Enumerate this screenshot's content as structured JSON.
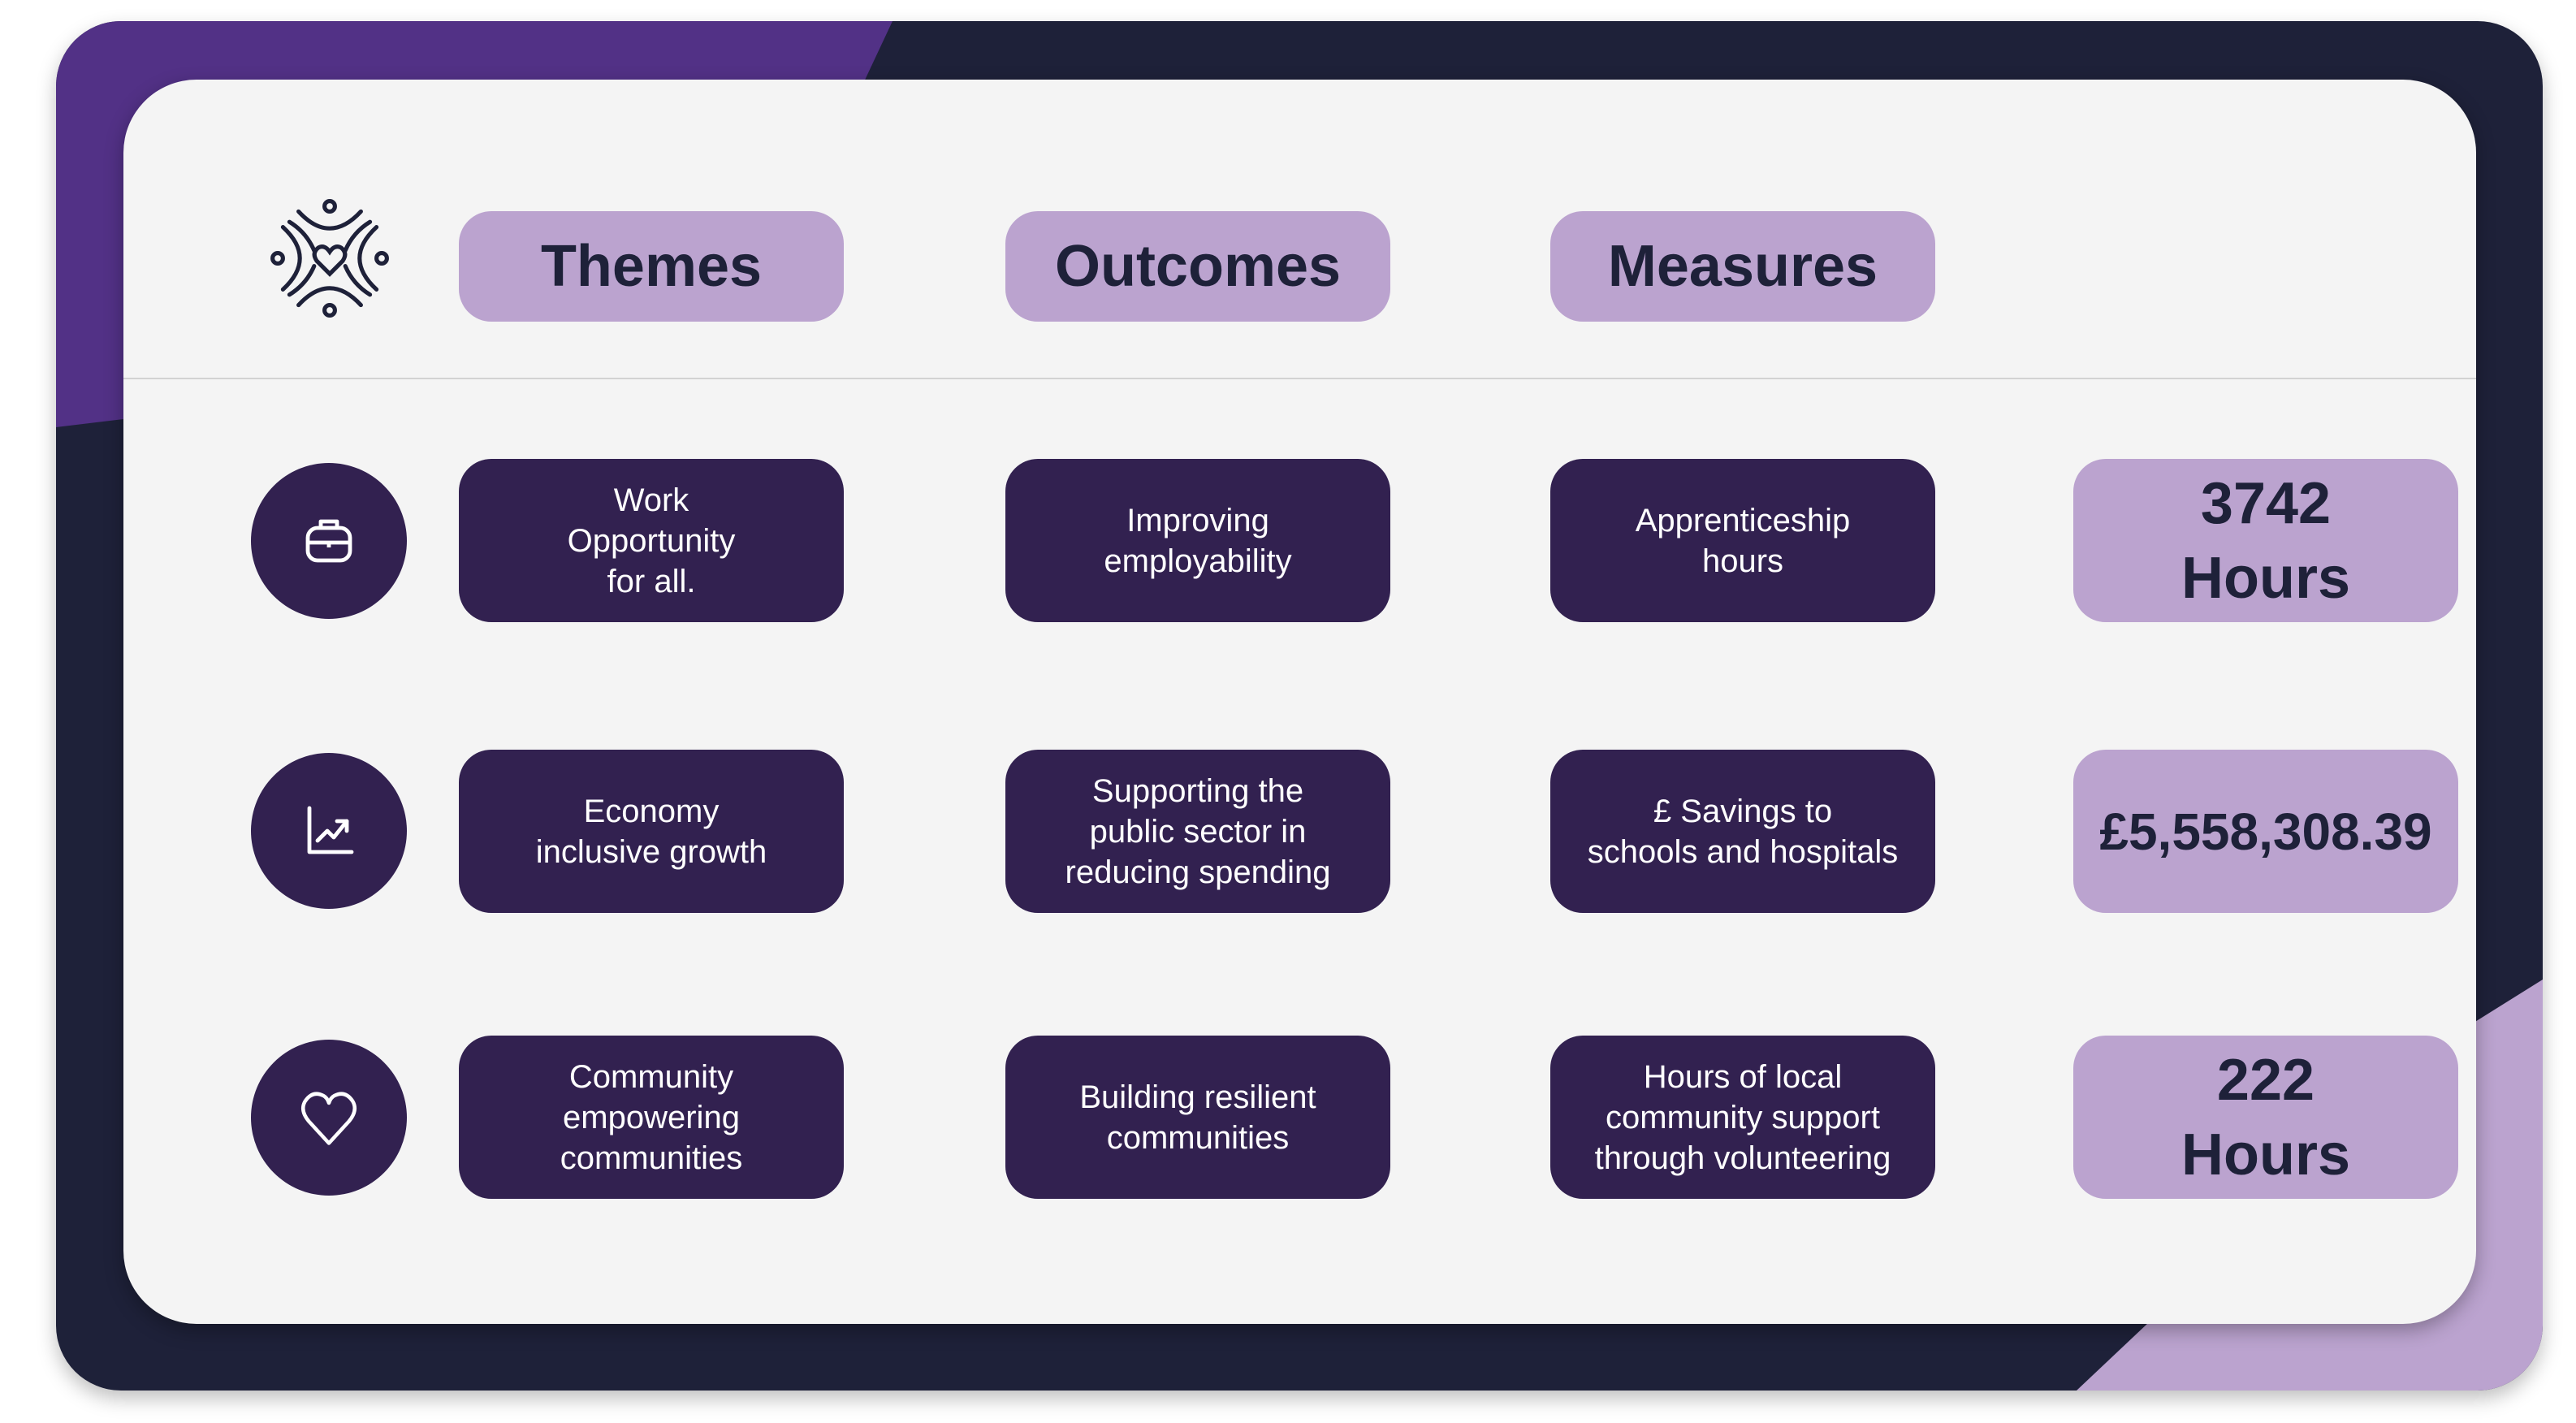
{
  "colors": {
    "frame": "#1e2139",
    "accent_purple": "#523186",
    "lavender": "#bba3cf",
    "dark_pill": "#322150",
    "card": "#f4f4f4"
  },
  "header": {
    "logo_icon": "people-heart-logo-icon",
    "themes": "Themes",
    "outcomes": "Outcomes",
    "measures": "Measures"
  },
  "rows": [
    {
      "icon": "briefcase-icon",
      "theme": "Work\nOpportunity\nfor all.",
      "outcome": "Improving\nemployability",
      "measure": "Apprenticeship\nhours",
      "value": "3742\nHours"
    },
    {
      "icon": "chart-trending-up-icon",
      "theme": "Economy\ninclusive growth",
      "outcome": "Supporting the\npublic sector in\nreducing spending",
      "measure": "£ Savings to\nschools and hospitals",
      "value": "£5,558,308.39"
    },
    {
      "icon": "heart-icon",
      "theme": "Community\nempowering\ncommunities",
      "outcome": "Building resilient\ncommunities",
      "measure": "Hours of local\ncommunity support\nthrough volunteering",
      "value": "222\nHours"
    }
  ]
}
